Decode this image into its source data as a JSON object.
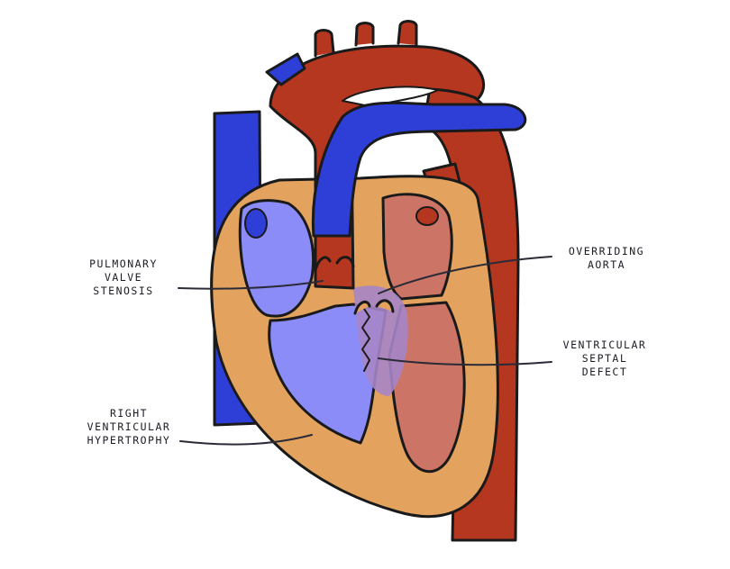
{
  "labels": {
    "pulmonary_valve_stenosis": [
      "PULMONARY",
      "VALVE",
      "STENOSIS"
    ],
    "overriding_aorta": [
      "OVERRIDING",
      "AORTA"
    ],
    "ventricular_septal_defect": [
      "VENTRICULAR",
      "SEPTAL",
      "DEFECT"
    ],
    "right_ventricular_hypertrophy": [
      "RIGHT",
      "VENTRICULAR",
      "HYPERTROPHY"
    ]
  },
  "colors": {
    "outline": "#1a1a1a",
    "muscle": "#e3a35f",
    "oxygenated_red": "#b5371f",
    "deoxygenated_blue": "#2d3fd6",
    "right_chamber": "#8c8cf8",
    "left_chamber": "#cc7566",
    "mixing_zone": "#a585c6",
    "leader_line": "#2b2b38"
  }
}
